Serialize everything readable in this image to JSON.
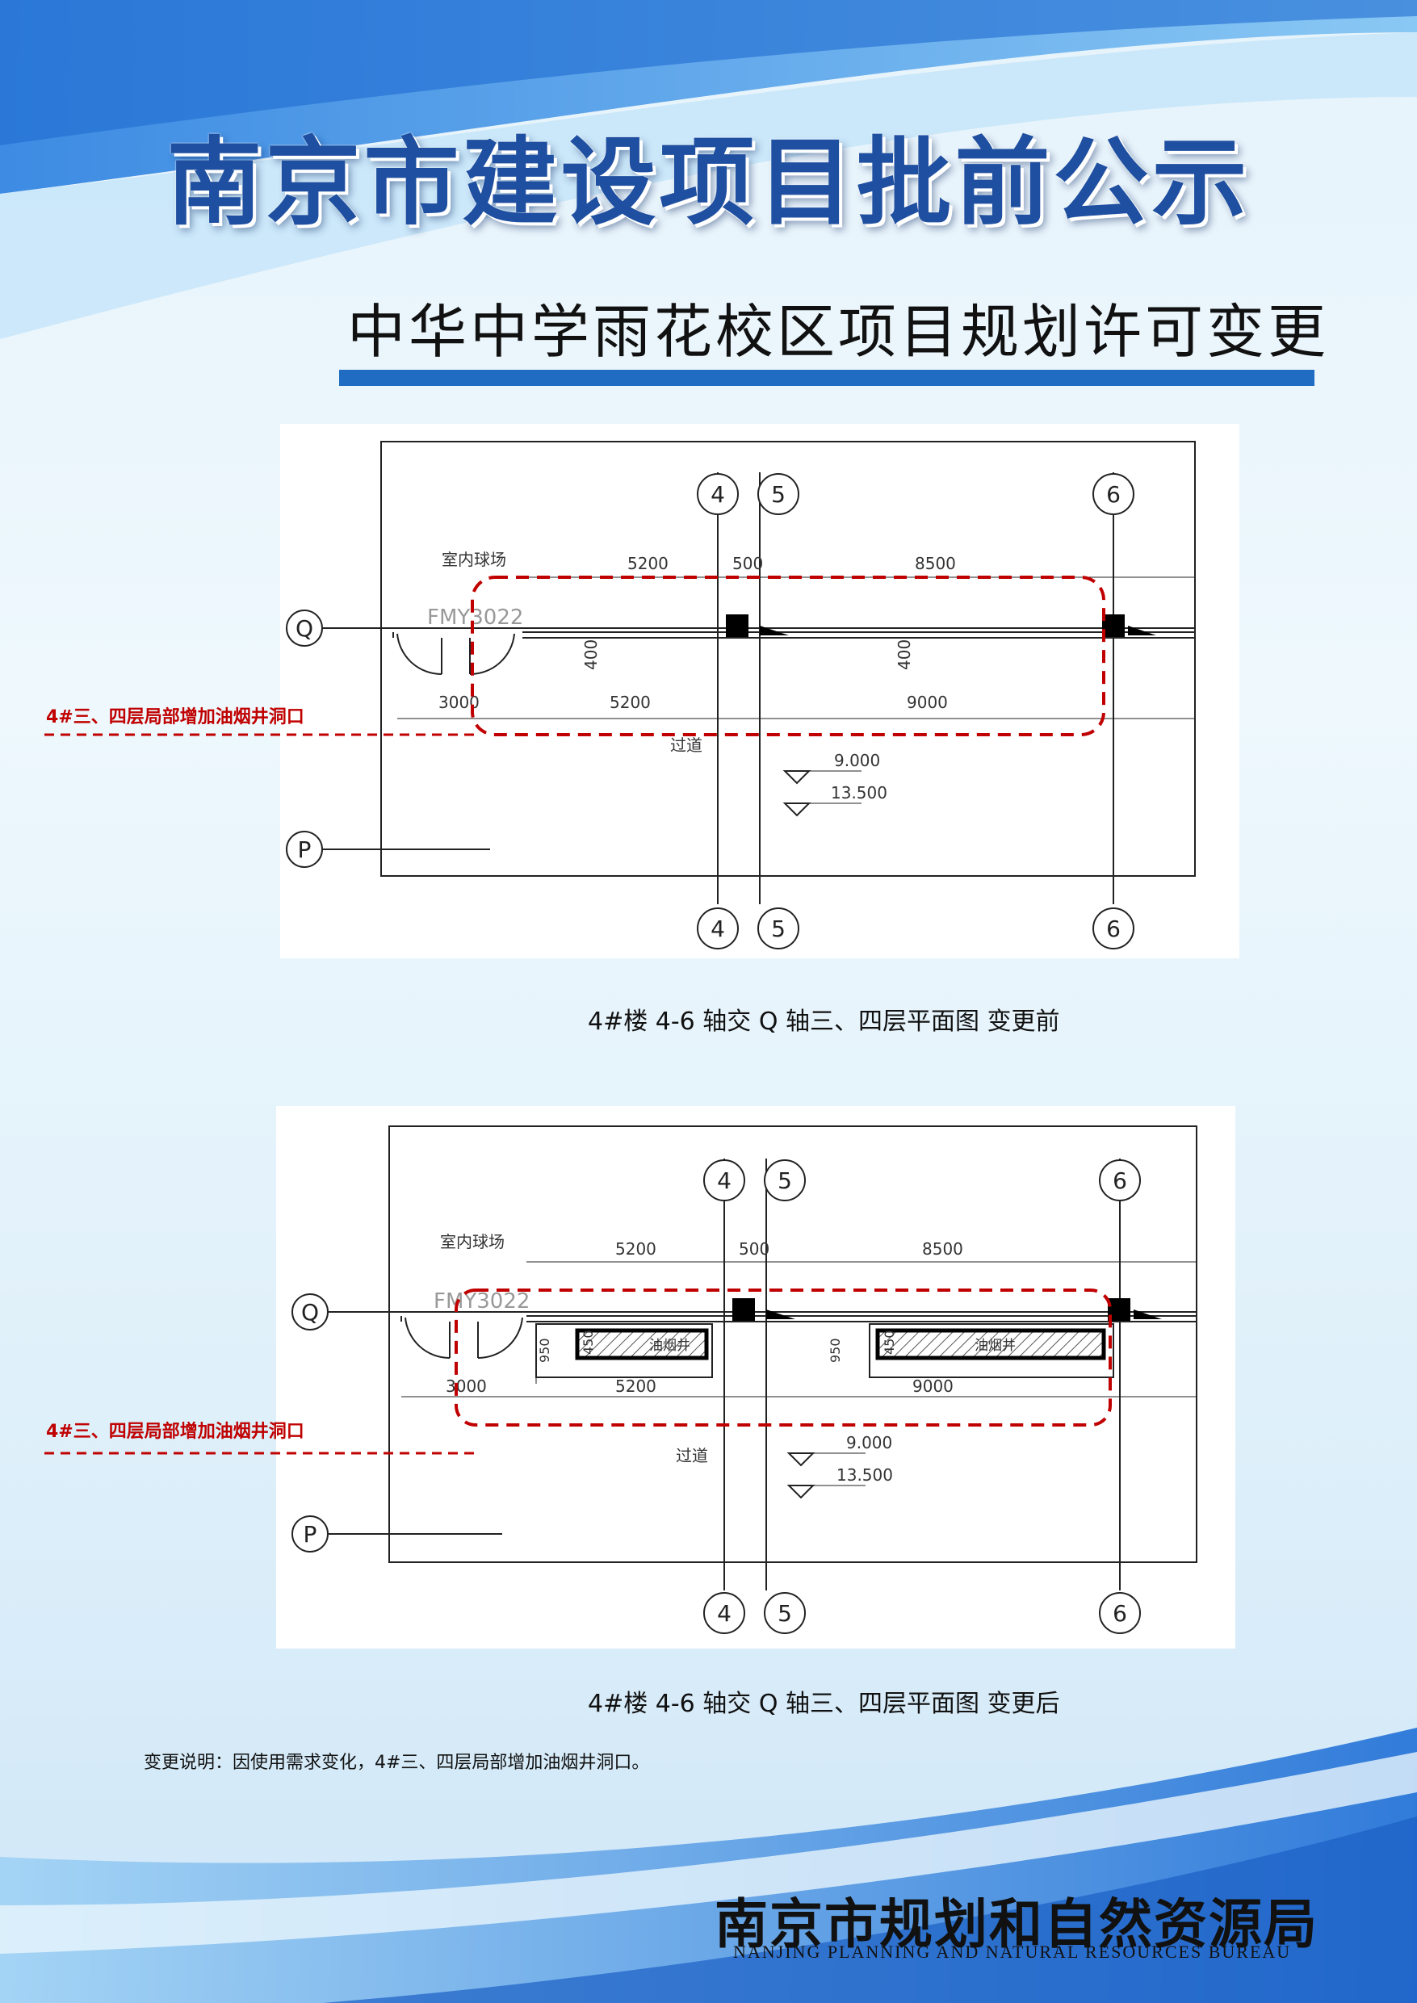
{
  "header": {
    "main_title": "南京市建设项目批前公示",
    "sub_title": "中华中学雨花校区项目规划许可变更"
  },
  "drawing_before": {
    "caption": "4#楼 4-6 轴交 Q 轴三、四层平面图 变更前",
    "callout": "4#三、四层局部增加油烟井洞口",
    "room_label": "室内球场",
    "door_label": "FMY3022",
    "corridor_label": "过道",
    "axis_q": "Q",
    "axis_p": "P",
    "axis_4": "4",
    "axis_5": "5",
    "axis_6": "6",
    "dim_top_1": "5200",
    "dim_top_2": "500",
    "dim_top_3": "8500",
    "dim_bottom_1": "3000",
    "dim_bottom_2": "5200",
    "dim_bottom_3": "9000",
    "dim_wall_1": "400",
    "dim_wall_2": "400",
    "elev_1": "9.000",
    "elev_2": "13.500"
  },
  "drawing_after": {
    "caption": "4#楼  4-6 轴交 Q 轴三、四层平面图 变更后",
    "callout": "4#三、四层局部增加油烟井洞口",
    "room_label": "室内球场",
    "door_label": "FMY3022",
    "corridor_label": "过道",
    "shaft_label_1": "油烟井",
    "shaft_label_2": "油烟井",
    "axis_q": "Q",
    "axis_p": "P",
    "axis_4": "4",
    "axis_5": "5",
    "axis_6": "6",
    "dim_top_1": "5200",
    "dim_top_2": "500",
    "dim_top_3": "8500",
    "dim_bottom_1": "3000",
    "dim_bottom_2": "5200",
    "dim_bottom_3": "9000",
    "dim_shaft_h1": "950",
    "dim_shaft_h2": "950",
    "dim_shaft_w1": "450",
    "dim_shaft_w2": "450",
    "elev_1": "9.000",
    "elev_2": "13.500"
  },
  "note": "变更说明：因使用需求变化，4#三、四层局部增加油烟井洞口。",
  "footer": {
    "bureau_cn": "南京市规划和自然资源局",
    "bureau_en": "NANJING PLANNING AND NATURAL RESOURCES BUREAU"
  },
  "colors": {
    "title_blue": "#1f4fa0",
    "rule_blue": "#1f6cc2",
    "callout_red": "#c00000"
  }
}
